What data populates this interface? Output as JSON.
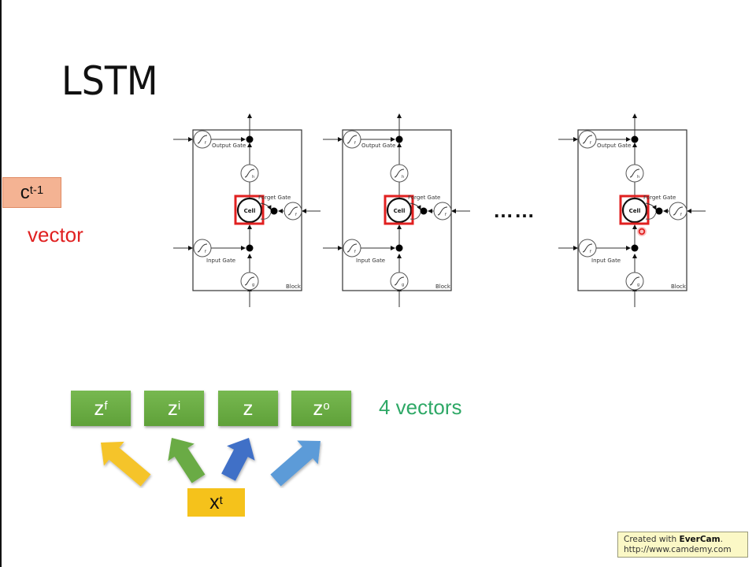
{
  "slide": {
    "title": "LSTM",
    "cell_input": {
      "base": "c",
      "superscript": "t-1"
    },
    "cell_input_note": "vector",
    "ellipsis": "……",
    "blocks": [
      {
        "output_gate": "Output Gate",
        "forget_gate": "Forget Gate",
        "input_gate": "Input Gate",
        "cell": "Cell",
        "block": "Block",
        "gate_activation": "f",
        "output_activation": "h",
        "input_activation": "g",
        "cell_highlighted": true
      },
      {
        "output_gate": "Output Gate",
        "forget_gate": "Forget Gate",
        "input_gate": "Input Gate",
        "cell": "Cell",
        "block": "Block",
        "gate_activation": "f",
        "output_activation": "h",
        "input_activation": "g",
        "cell_highlighted": true
      },
      {
        "output_gate": "Output Gate",
        "forget_gate": "Forget Gate",
        "input_gate": "Input Gate",
        "cell": "Cell",
        "block": "Block",
        "gate_activation": "f",
        "output_activation": "h",
        "input_activation": "g",
        "cell_highlighted": true
      }
    ],
    "z_vectors": [
      {
        "base": "z",
        "superscript": "f"
      },
      {
        "base": "z",
        "superscript": "i"
      },
      {
        "base": "z",
        "superscript": ""
      },
      {
        "base": "z",
        "superscript": "o"
      }
    ],
    "z_vectors_note": "4 vectors",
    "input": {
      "base": "x",
      "superscript": "t"
    },
    "arrow_colors": [
      "#f5c42a",
      "#6aab45",
      "#3f6fc7",
      "#5b9bd8"
    ],
    "highlight_color": "#e02020"
  },
  "watermark": {
    "line1_prefix": "Created with ",
    "line1_brand": "EverCam",
    "line1_suffix": ".",
    "line2": "http://www.camdemy.com"
  }
}
